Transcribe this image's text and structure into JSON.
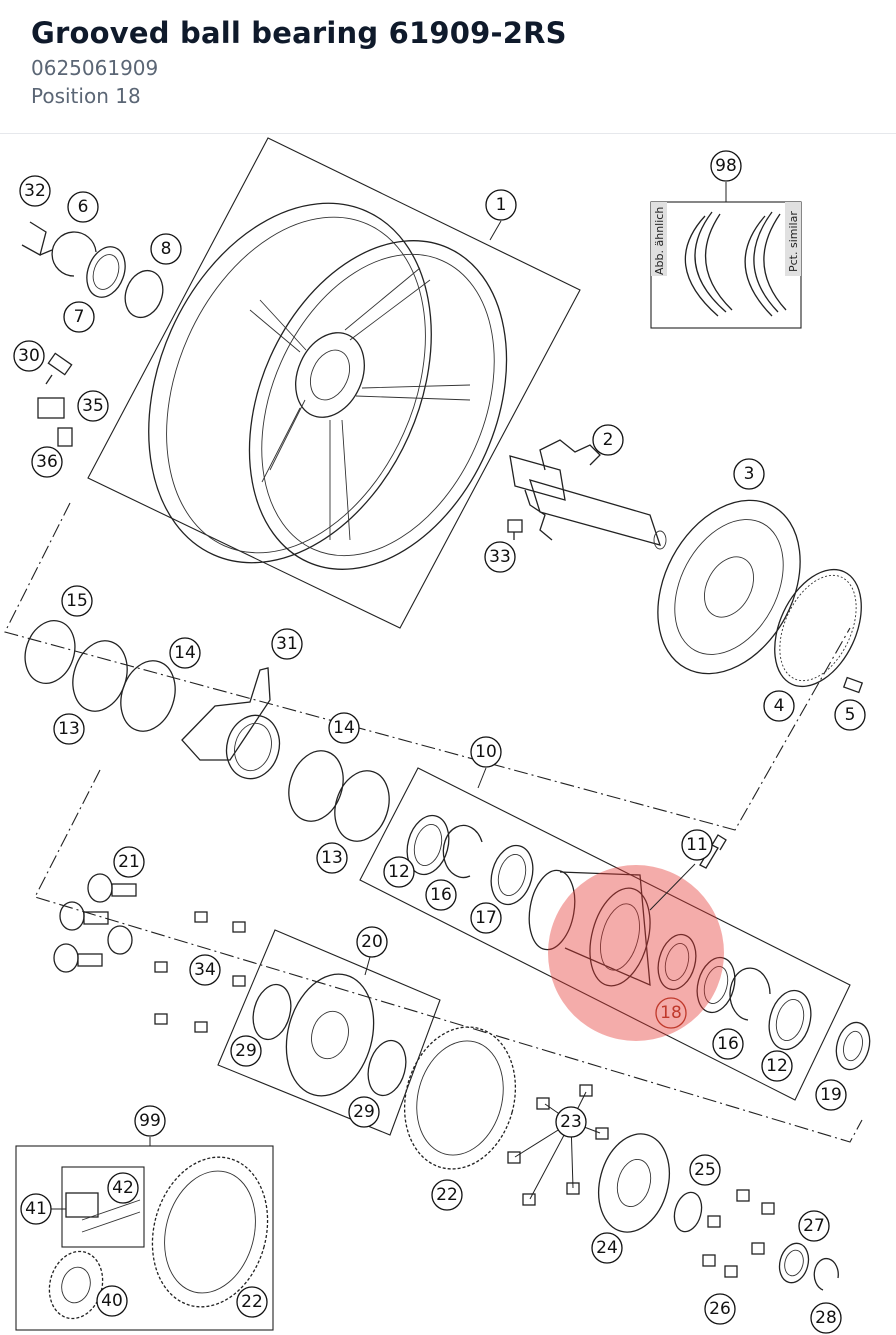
{
  "part": {
    "name": "Grooved ball bearing 61909-2RS",
    "number": "0625061909",
    "position": "Position 18"
  },
  "diagram": {
    "highlight_color": "#e53935",
    "note_left": "Abb. ähnlich",
    "note_right": "Pct. similar",
    "callouts": {
      "c1": "1",
      "c2": "2",
      "c3": "3",
      "c4": "4",
      "c5": "5",
      "c6": "6",
      "c7": "7",
      "c8": "8",
      "c10": "10",
      "c11": "11",
      "c12a": "12",
      "c12b": "12",
      "c13a": "13",
      "c13b": "13",
      "c14a": "14",
      "c14b": "14",
      "c15": "15",
      "c16a": "16",
      "c16b": "16",
      "c17": "17",
      "c18": "18",
      "c19": "19",
      "c20": "20",
      "c21": "21",
      "c22a": "22",
      "c22b": "22",
      "c23": "23",
      "c24": "24",
      "c25": "25",
      "c26": "26",
      "c27": "27",
      "c28": "28",
      "c29a": "29",
      "c29b": "29",
      "c30": "30",
      "c31": "31",
      "c32": "32",
      "c33": "33",
      "c34": "34",
      "c35": "35",
      "c36": "36",
      "c40": "40",
      "c41": "41",
      "c42": "42",
      "c98": "98",
      "c99": "99"
    }
  }
}
